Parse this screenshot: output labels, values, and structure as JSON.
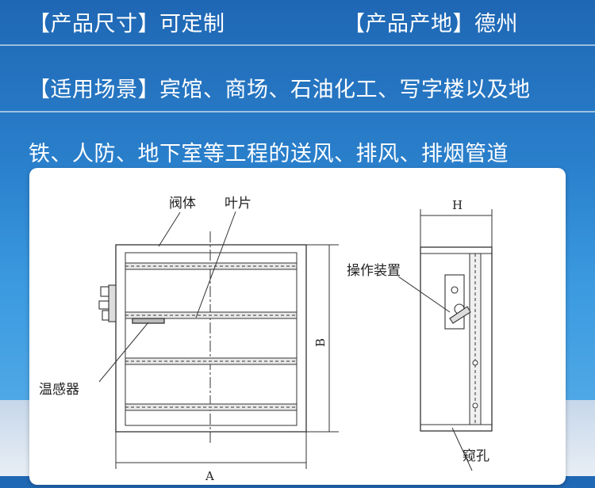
{
  "header": {
    "size_label": "【产品尺寸】可定制",
    "origin_label": "【产品产地】德州",
    "scenario_line1": "【适用场景】宾馆、商场、石油化工、写字楼以及地",
    "scenario_line2": "铁、人防、地下室等工程的送风、排风、排烟管道"
  },
  "diagram": {
    "valve_body": "阀体",
    "blade": "叶片",
    "temp_sensor": "温感器",
    "dim_a": "A",
    "dim_b": "B",
    "dim_h": "H",
    "operating_device": "操作装置",
    "peephole": "窥孔"
  }
}
